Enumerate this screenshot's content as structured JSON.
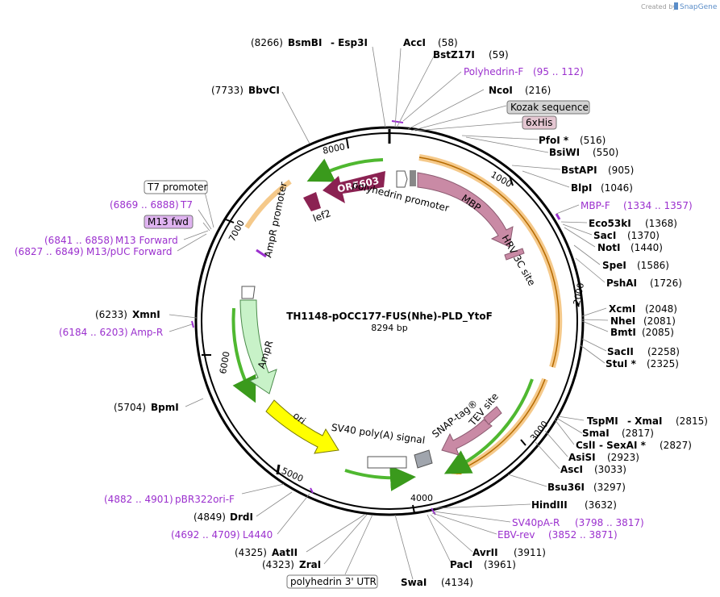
{
  "credit": {
    "text": "Created by",
    "brand": "SnapGene"
  },
  "plasmid": {
    "name": "TH1148-pOCC177-FUS(Nhe)-PLD_YtoF",
    "size": "8294 bp"
  },
  "ticks": [
    "1000",
    "2000",
    "3000",
    "4000",
    "5000",
    "6000",
    "7000",
    "8000"
  ],
  "right_labels": [
    {
      "name": "AccI",
      "pos": "(58)"
    },
    {
      "name": "BstZ17I",
      "pos": "(59)"
    },
    {
      "name": "Polyhedrin-F",
      "pos": "(95 .. 112)"
    },
    {
      "name": "NcoI",
      "pos": "(216)"
    },
    {
      "name": "Kozak sequence",
      "pos": ""
    },
    {
      "name": "6xHis",
      "pos": ""
    },
    {
      "name": "PfoI *",
      "pos": "(516)"
    },
    {
      "name": "BsiWI",
      "pos": "(550)"
    },
    {
      "name": "BstAPI",
      "pos": "(905)"
    },
    {
      "name": "BlpI",
      "pos": "(1046)"
    },
    {
      "name": "MBP-F",
      "pos": "(1334 .. 1357)"
    },
    {
      "name": "Eco53kI",
      "pos": "(1368)"
    },
    {
      "name": "SacI",
      "pos": "(1370)"
    },
    {
      "name": "NotI",
      "pos": "(1440)"
    },
    {
      "name": "SpeI",
      "pos": "(1586)"
    },
    {
      "name": "PshAI",
      "pos": "(1726)"
    },
    {
      "name": "XcmI",
      "pos": "(2048)"
    },
    {
      "name": "NheI",
      "pos": "(2081)"
    },
    {
      "name": "BmtI",
      "pos": "(2085)"
    },
    {
      "name": "SacII",
      "pos": "(2258)"
    },
    {
      "name": "StuI *",
      "pos": "(2325)"
    },
    {
      "name": "TspMI",
      "pos": "- XmaI",
      "pos2": "(2815)"
    },
    {
      "name": "SmaI",
      "pos": "(2817)"
    },
    {
      "name": "CslI",
      "pos": "- SexAI *",
      "pos2": "(2827)"
    },
    {
      "name": "AsiSI",
      "pos": "(2923)"
    },
    {
      "name": "AscI",
      "pos": "(3033)"
    },
    {
      "name": "Bsu36I",
      "pos": "(3297)"
    },
    {
      "name": "HindIII",
      "pos": "(3632)"
    },
    {
      "name": "SV40pA-R",
      "pos": "(3798 .. 3817)"
    },
    {
      "name": "EBV-rev",
      "pos": "(3852 .. 3871)"
    },
    {
      "name": "AvrII",
      "pos": "(3911)"
    },
    {
      "name": "PacI",
      "pos": "(3961)"
    },
    {
      "name": "SwaI",
      "pos": "(4134)"
    }
  ],
  "left_labels": [
    {
      "pos": "(8266)",
      "name": "BsmBI",
      "extra": "- Esp3I"
    },
    {
      "pos": "(7733)",
      "name": "BbvCI"
    },
    {
      "name": "T7 promoter"
    },
    {
      "pos": "(6869 .. 6888)",
      "name": "T7"
    },
    {
      "name": "M13 fwd"
    },
    {
      "pos": "(6841 .. 6858)",
      "name": "M13 Forward"
    },
    {
      "pos": "(6827 .. 6849)",
      "name": "M13/pUC Forward"
    },
    {
      "pos": "(6233)",
      "name": "XmnI"
    },
    {
      "pos": "(6184 .. 6203)",
      "name": "Amp-R"
    },
    {
      "pos": "(5704)",
      "name": "BpmI"
    },
    {
      "pos": "(4882 .. 4901)",
      "name": "pBR322ori-F"
    },
    {
      "pos": "(4849)",
      "name": "DrdI"
    },
    {
      "pos": "(4692 .. 4709)",
      "name": "L4440"
    },
    {
      "pos": "(4325)",
      "name": "AatII"
    },
    {
      "pos": "(4323)",
      "name": "ZraI"
    },
    {
      "name": "polyhedrin 3' UTR"
    }
  ],
  "features": {
    "orf603": "ORF603",
    "lef2": "lef2",
    "polyhedrin_promoter": "polyhedrin promoter",
    "mbp": "MBP",
    "hrv3c": "HRV 3C site",
    "ampr_promoter": "AmpR promoter",
    "ampr": "AmpR",
    "ori": "ori",
    "sv40": "SV40 poly(A) signal",
    "snap": "SNAP-tag®",
    "tev": "TEV site"
  },
  "colors": {
    "orf": "#8b2252",
    "mbp": "#c98aa5",
    "ampr": "#c8f2c8",
    "ori": "#ffff00",
    "primer": "#9b30ce",
    "orange_band": "#f5c98a",
    "green_arrow": "#4fb830"
  }
}
